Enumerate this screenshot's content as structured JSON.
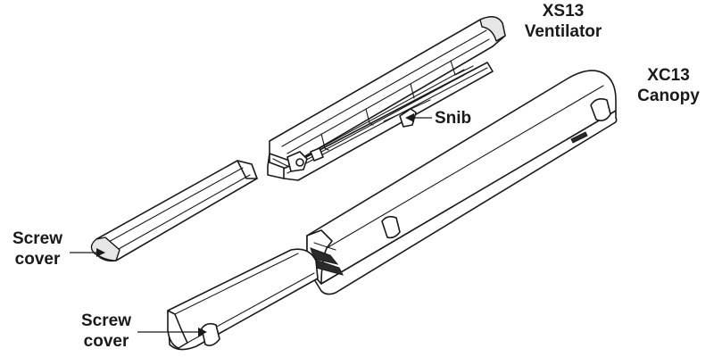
{
  "labels": {
    "ventilator": {
      "line1": "XS13",
      "line2": "Ventilator"
    },
    "canopy": {
      "line1": "XC13",
      "line2": "Canopy"
    },
    "snib": "Snib",
    "screw_cover_top": {
      "line1": "Screw",
      "line2": "cover"
    },
    "screw_cover_bottom": {
      "line1": "Screw",
      "line2": "cover"
    }
  },
  "colors": {
    "line": "#1a1a1a",
    "fill": "#ffffff",
    "shade": "#e6e6e6"
  }
}
